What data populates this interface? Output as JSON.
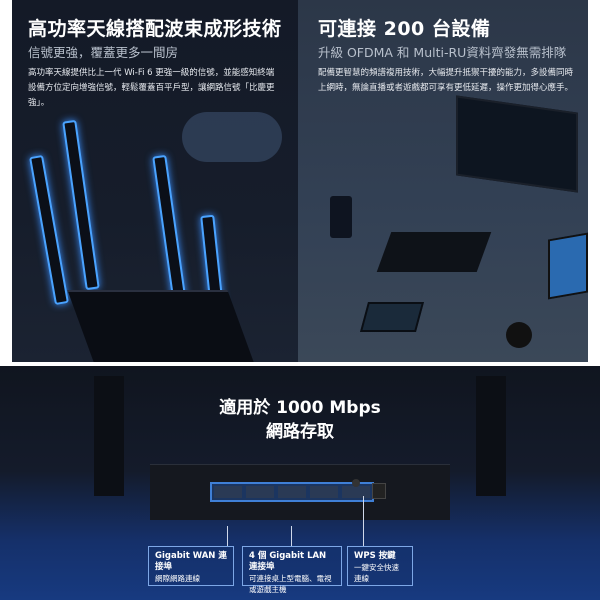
{
  "left_panel": {
    "title": "高功率天線搭配波束成形技術",
    "subtitle": "信號更強，覆蓋更多一間房",
    "body": "高功率天線提供比上一代 Wi-Fi 6 更強一級的信號，並能感知終端設備方位定向增強信號，輕鬆覆蓋百平戶型，讓網路信號「比慶更強」。"
  },
  "right_panel": {
    "title": "可連接 200 台設備",
    "subtitle": "升級 OFDMA 和 Multi-RU資料齊發無需排隊",
    "body": "配備更智慧的頻譜複用技術，大幅提升抵禦干擾的能力，多設備同時上網時，無論直播或者遊戲都可享有更低延遲，操作更加得心應手。"
  },
  "bottom_panel": {
    "title_line1": "適用於 1000 Mbps",
    "title_line2": "網路存取",
    "callouts": [
      {
        "title": "Gigabit WAN 連接埠",
        "desc": "網際網路連線"
      },
      {
        "title": "4 個 Gigabit LAN 連接埠",
        "desc": "可連接桌上型電腦、電視或遊戲主機"
      },
      {
        "title": "WPS 按鍵",
        "desc": "一鍵安全快速連線"
      }
    ]
  },
  "colors": {
    "accent": "#4aa3ff",
    "callout_border": "#7da7e6"
  }
}
